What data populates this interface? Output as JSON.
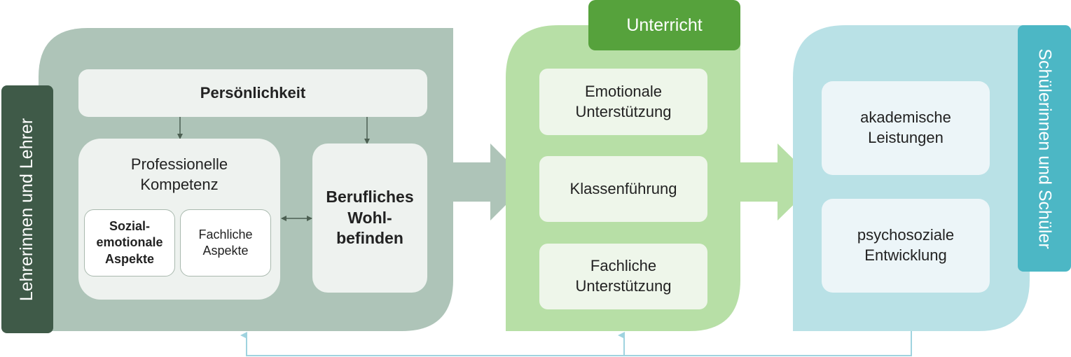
{
  "teachers": {
    "side_label": "Lehrerinnen und Lehrer",
    "personality": "Persönlichkeit",
    "competence": "Professionelle\nKompetenz",
    "socio_emotional": "Sozial-\nemotionale\nAspekte",
    "subject_aspects": "Fachliche\nAspekte",
    "wellbeing": "Berufliches\nWohl-\nbefinden"
  },
  "teaching": {
    "title": "Unterricht",
    "items": [
      "Emotionale\nUnterstützung",
      "Klassenführung",
      "Fachliche\nUnterstützung"
    ]
  },
  "students": {
    "side_label": "Schülerinnen und Schüler",
    "items": [
      "akademische\nLeistungen",
      "psychosoziale\nEntwicklung"
    ]
  },
  "colors": {
    "teacher_panel": "#aec4b8",
    "teacher_label": "#3f5a48",
    "teaching_panel": "#b7dfa6",
    "teaching_header": "#56a23c",
    "student_panel": "#b9e1e6",
    "student_label": "#4cb7c5",
    "feedback_line": "#9fd3df"
  }
}
